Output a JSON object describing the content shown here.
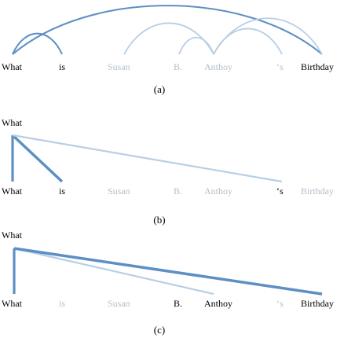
{
  "colors": {
    "dark": "#000000",
    "faded": "#b5bec8",
    "arc_strong": "#5d8ec4",
    "arc_light": "#b7cfe6"
  },
  "panels": [
    {
      "caption": "(a)",
      "query_word": "",
      "tokens": [
        {
          "text": "What",
          "emphasis": "dark"
        },
        {
          "text": "is",
          "emphasis": "dark"
        },
        {
          "text": "Susan",
          "emphasis": "faded"
        },
        {
          "text": "B.",
          "emphasis": "faded"
        },
        {
          "text": "Anthoy",
          "emphasis": "faded"
        },
        {
          "text": "‘s",
          "emphasis": "faded"
        },
        {
          "text": "Birthday",
          "emphasis": "dark"
        }
      ],
      "links": [
        {
          "from": 0,
          "to": 6,
          "strength": "strong"
        },
        {
          "from": 0,
          "to": 1,
          "strength": "strong"
        },
        {
          "from": 2,
          "to": 4,
          "strength": "light"
        },
        {
          "from": 3,
          "to": 4,
          "strength": "light"
        },
        {
          "from": 4,
          "to": 5,
          "strength": "light"
        },
        {
          "from": 4,
          "to": 6,
          "strength": "light"
        }
      ]
    },
    {
      "caption": "(b)",
      "query_word": "What",
      "tokens": [
        {
          "text": "What",
          "emphasis": "dark"
        },
        {
          "text": "is",
          "emphasis": "dark"
        },
        {
          "text": "Susan",
          "emphasis": "faded"
        },
        {
          "text": "B.",
          "emphasis": "faded"
        },
        {
          "text": "Anthoy",
          "emphasis": "faded"
        },
        {
          "text": "‘s",
          "emphasis": "dark"
        },
        {
          "text": "Birthday",
          "emphasis": "faded"
        }
      ],
      "links": [
        {
          "to": 0,
          "strength": "strong"
        },
        {
          "to": 1,
          "strength": "strong"
        },
        {
          "to": 5,
          "strength": "light"
        }
      ]
    },
    {
      "caption": "(c)",
      "query_word": "What",
      "tokens": [
        {
          "text": "What",
          "emphasis": "dark"
        },
        {
          "text": "is",
          "emphasis": "faded"
        },
        {
          "text": "Susan",
          "emphasis": "faded"
        },
        {
          "text": "B.",
          "emphasis": "dark"
        },
        {
          "text": "Anthoy",
          "emphasis": "dark"
        },
        {
          "text": "‘s",
          "emphasis": "faded"
        },
        {
          "text": "Birthday",
          "emphasis": "dark"
        }
      ],
      "links": [
        {
          "to": 0,
          "strength": "strong"
        },
        {
          "to": 4,
          "strength": "light"
        },
        {
          "to": 6,
          "strength": "strong"
        }
      ]
    }
  ]
}
